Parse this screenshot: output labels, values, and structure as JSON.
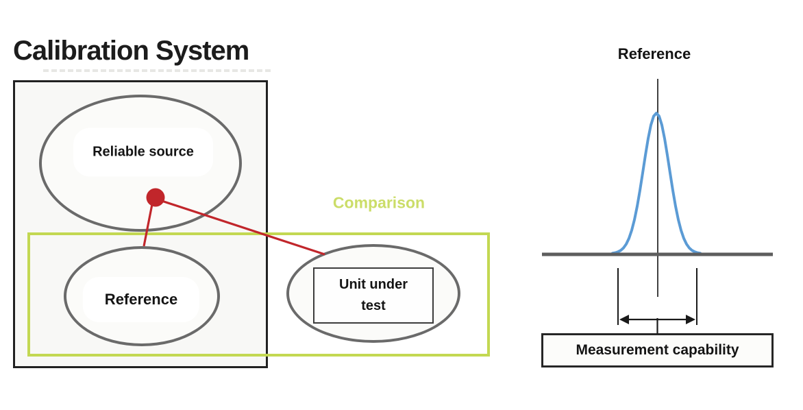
{
  "title": "Calibration System",
  "calibration_diagram": {
    "reliable_source_label": "Reliable source",
    "reference_label": "Reference",
    "unit_under_test_label": "Unit under test",
    "comparison_label": "Comparison"
  },
  "reference_plot": {
    "title": "Reference",
    "caption": "Measurement capability"
  },
  "colors": {
    "comparison_green": "#c3d852",
    "link_red": "#c1262b",
    "distribution_blue": "#5b9bd5",
    "outline_gray": "#6a6a6a",
    "baseline_gray": "#5d5d5d"
  }
}
